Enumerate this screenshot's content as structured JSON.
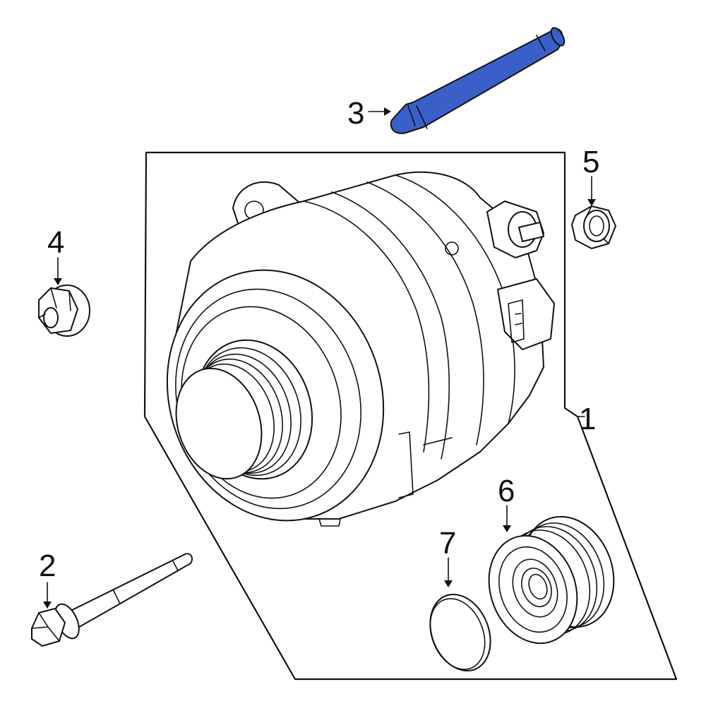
{
  "diagram": {
    "callouts": [
      {
        "id": "1",
        "label": "1"
      },
      {
        "id": "2",
        "label": "2"
      },
      {
        "id": "3",
        "label": "3"
      },
      {
        "id": "4",
        "label": "4"
      },
      {
        "id": "5",
        "label": "5"
      },
      {
        "id": "6",
        "label": "6"
      },
      {
        "id": "7",
        "label": "7"
      }
    ],
    "highlighted_part": "3",
    "colors": {
      "highlight": "#3a5fc8",
      "line": "#111111",
      "background": "#ffffff"
    }
  }
}
